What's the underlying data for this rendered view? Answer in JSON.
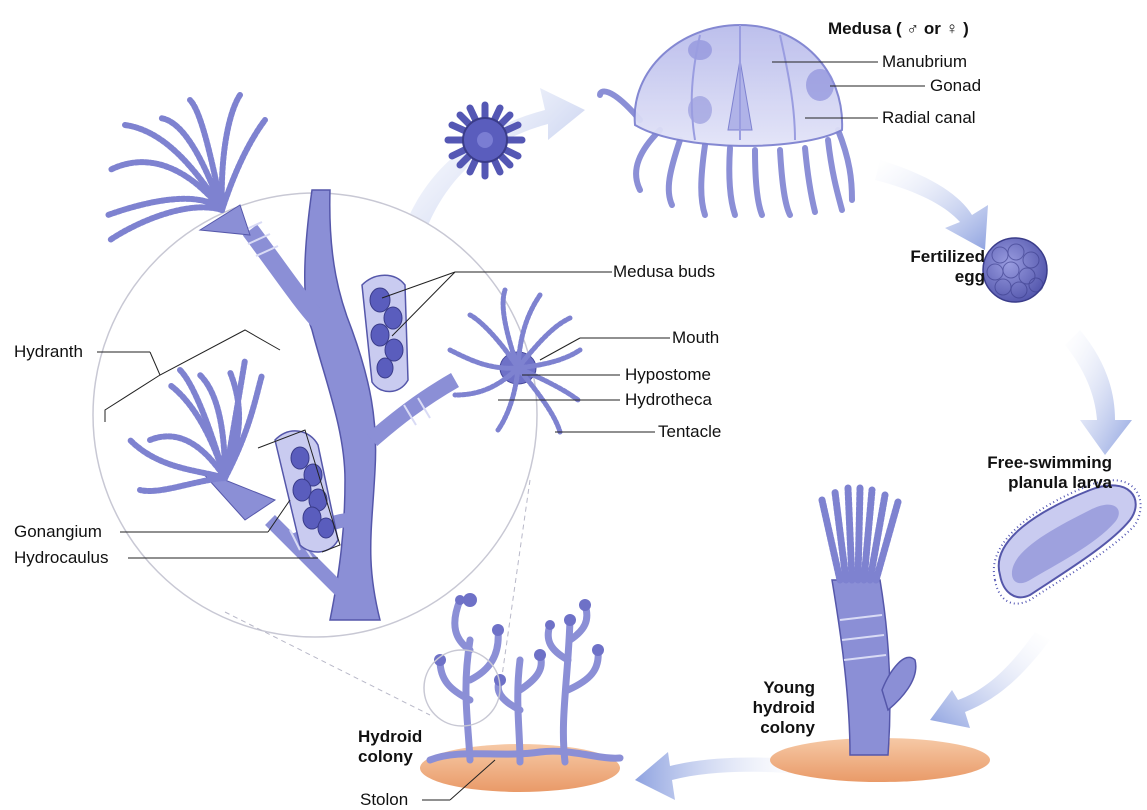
{
  "labels": {
    "medusa_title": "Medusa ( ♂ or ♀ )",
    "manubrium": "Manubrium",
    "gonad": "Gonad",
    "radial_canal": "Radial canal",
    "fertilized_egg_1": "Fertilized",
    "fertilized_egg_2": "egg",
    "planula_1": "Free-swimming",
    "planula_2": "planula larva",
    "young_1": "Young",
    "young_2": "hydroid",
    "young_3": "colony",
    "hydroid_colony_1": "Hydroid",
    "hydroid_colony_2": "colony",
    "stolon": "Stolon",
    "medusa_buds": "Medusa buds",
    "mouth": "Mouth",
    "hypostome": "Hypostome",
    "hydrotheca": "Hydrotheca",
    "tentacle": "Tentacle",
    "hydranth": "Hydranth",
    "gonangium": "Gonangium",
    "hydrocaulus": "Hydrocaulus"
  },
  "colors": {
    "body": "#8b8fd6",
    "body_dark": "#4d4fa8",
    "body_light": "#c9cbf0",
    "arrow": "#9fb0e6",
    "substrate": "#f2b58a",
    "outline": "#4a4a9a"
  }
}
